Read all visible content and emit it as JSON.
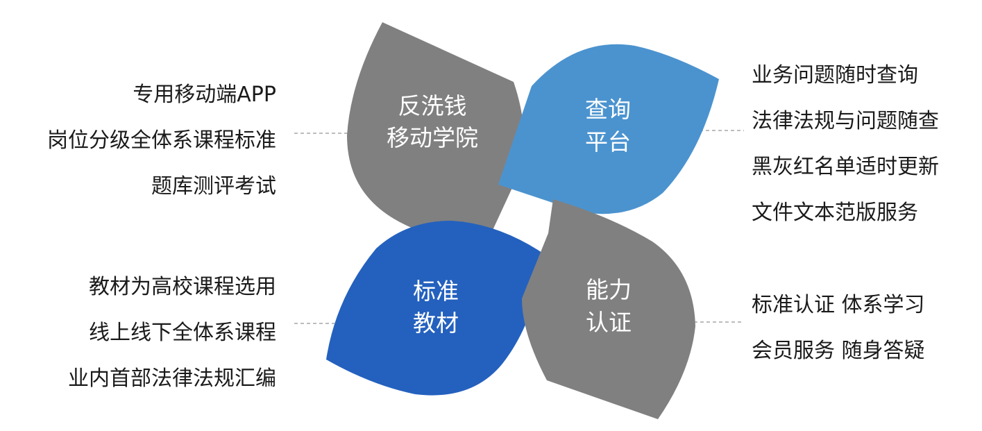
{
  "colors": {
    "gray": "#808080",
    "light_blue": "#4b93cf",
    "dark_blue": "#2461be",
    "connector": "#a6a6a6"
  },
  "petals": {
    "top_left": {
      "line1": "反洗钱",
      "line2": "移动学院",
      "color": "#808080"
    },
    "top_right": {
      "line1": "查询",
      "line2": "平台",
      "color": "#4b93cf"
    },
    "bottom_left": {
      "line1": "标准",
      "line2": "教材",
      "color": "#2461be"
    },
    "bottom_right": {
      "line1": "能力",
      "line2": "认证",
      "color": "#808080"
    }
  },
  "lists": {
    "top_left": [
      "专用移动端APP",
      "岗位分级全体系课程标准",
      "题库测评考试"
    ],
    "bottom_left": [
      "教材为高校课程选用",
      "线上线下全体系课程",
      "业内首部法律法规汇编"
    ],
    "top_right": [
      "业务问题随时查询",
      "法律法规与问题随查",
      "黑灰红名单适时更新",
      "文件文本范版服务"
    ],
    "bottom_right": [
      "标准认证 体系学习",
      "会员服务 随身答疑"
    ]
  }
}
